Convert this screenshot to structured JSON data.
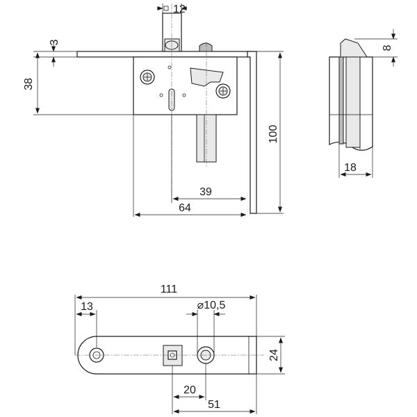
{
  "dimensions": {
    "slot_width": "12",
    "plate_thickness": "3",
    "body_height": "38",
    "total_height": "100",
    "bolt_offset": "39",
    "body_width": "64",
    "side_top": "8",
    "side_width": "18",
    "plan_length": "111",
    "plan_end": "13",
    "hole_diameter": "⌀10,5",
    "plan_height": "24",
    "hole_spacing": "20",
    "center_offset": "51"
  }
}
